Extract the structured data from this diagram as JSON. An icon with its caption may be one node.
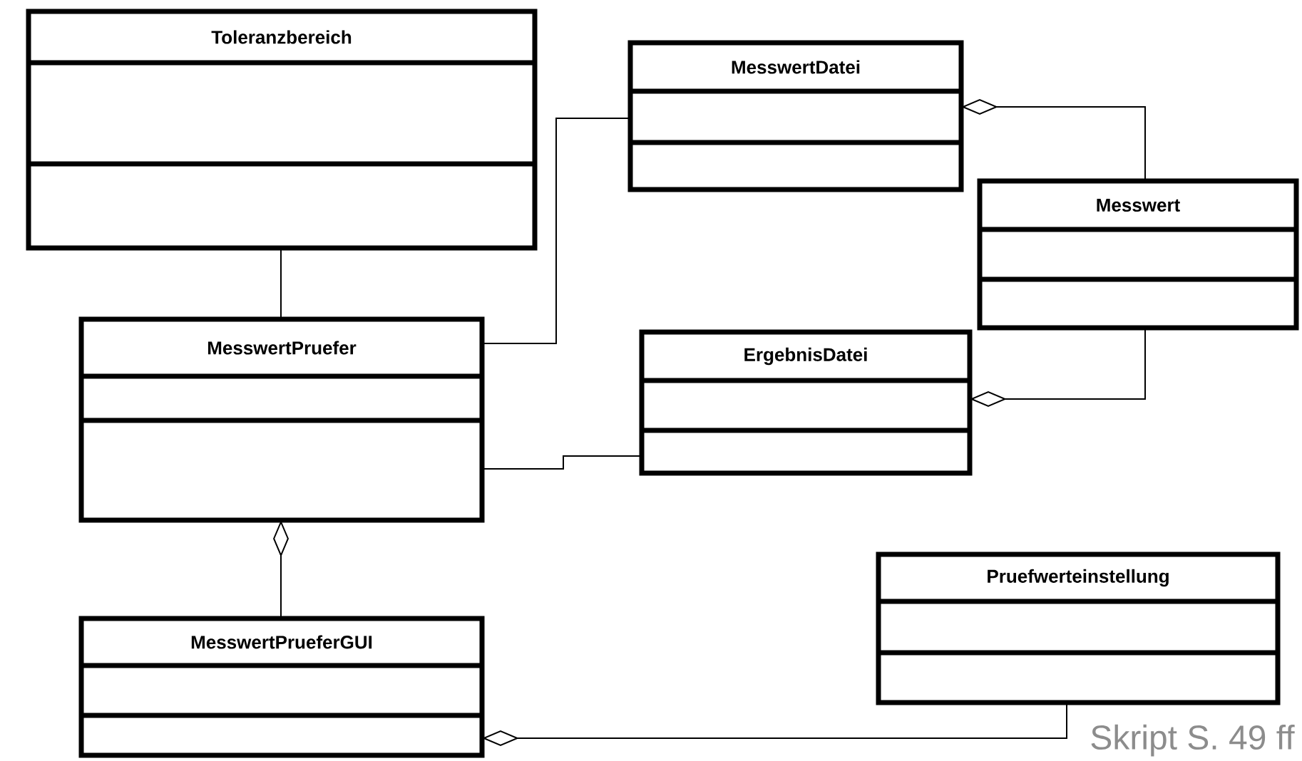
{
  "diagram": {
    "nodes": [
      {
        "text": [
          "Toleranzbereich"
        ]
      },
      {
        "text": [
          "MesswertDatei"
        ]
      },
      {
        "text": [
          "Messwert"
        ]
      },
      {
        "text": [
          "MesswertPruefer"
        ]
      },
      {
        "text": [
          "ErgebnisDatei"
        ]
      },
      {
        "text": [
          "Pruefwerteinstellung"
        ]
      },
      {
        "text": [
          "MesswertPrueferGUI"
        ]
      }
    ],
    "edges": [
      {
        "from": 0,
        "to": 3,
        "arrow": "none"
      },
      {
        "from": 3,
        "to": 1,
        "arrow": "none"
      },
      {
        "from": 3,
        "to": 4,
        "arrow": "none"
      },
      {
        "from": 1,
        "to": 2,
        "arrow": "other"
      },
      {
        "from": 4,
        "to": 2,
        "arrow": "other"
      },
      {
        "from": 3,
        "to": 6,
        "arrow": "other"
      },
      {
        "from": 6,
        "to": 5,
        "arrow": "other"
      }
    ],
    "labels": [
      "Skript S. 49 ff"
    ]
  }
}
